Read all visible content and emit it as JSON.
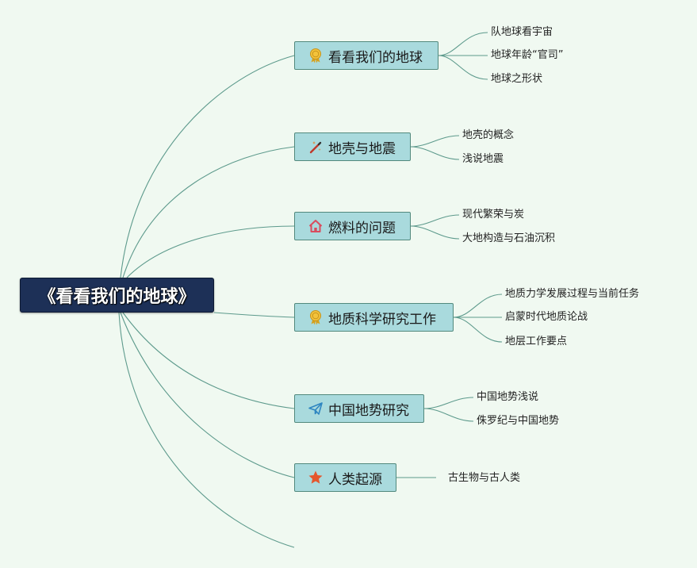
{
  "root": {
    "label": "《看看我们的地球》"
  },
  "colors": {
    "background": "#f0f9f1",
    "root_fill": "#1d3057",
    "node_fill": "#a9dadd",
    "node_border": "#52897d",
    "connector": "#5d9a8c"
  },
  "branches": [
    {
      "label": "看看我们的地球",
      "icon": "award-medal-icon",
      "children": [
        "队地球看宇宙",
        "地球年龄“官司”",
        "地球之形状"
      ]
    },
    {
      "label": "地壳与地震",
      "icon": "magic-wand-icon",
      "children": [
        "地壳的概念",
        "浅说地震"
      ]
    },
    {
      "label": "燃料的问题",
      "icon": "house-icon",
      "children": [
        "现代繁荣与炭",
        "大地构造与石油沉积"
      ]
    },
    {
      "label": "地质科学研究工作",
      "icon": "award-medal-icon",
      "children": [
        "地质力学发展过程与当前任务",
        "启蒙时代地质论战",
        "地层工作要点"
      ]
    },
    {
      "label": "中国地势研究",
      "icon": "paper-plane-icon",
      "children": [
        "中国地势浅说",
        "侏罗纪与中国地势"
      ]
    },
    {
      "label": "人类起源",
      "icon": "star-icon",
      "children": [
        "古生物与古人类"
      ]
    }
  ]
}
